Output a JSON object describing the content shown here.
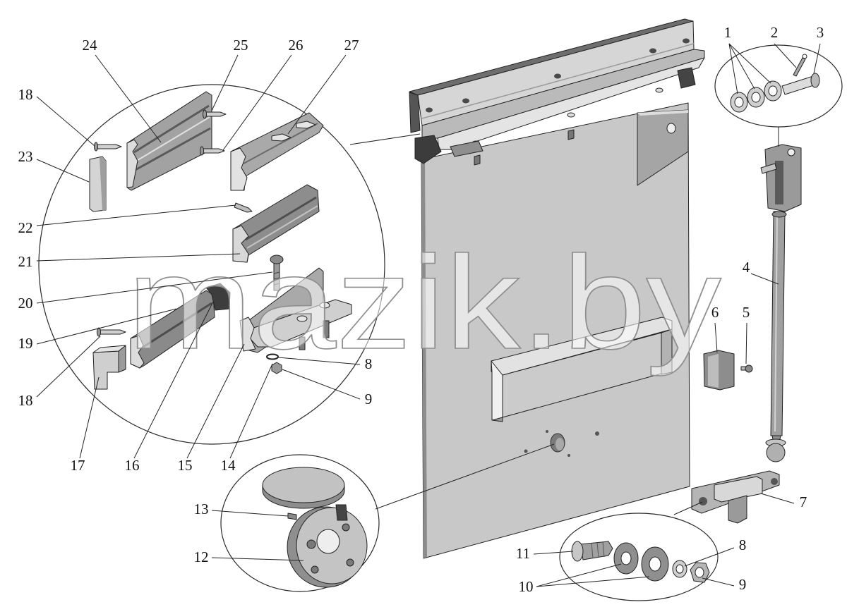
{
  "watermark": "mazik.by",
  "callouts": [
    "24",
    "25",
    "26",
    "27",
    "1",
    "2",
    "3",
    "18",
    "23",
    "22",
    "21",
    "4",
    "20",
    "6",
    "5",
    "19",
    "8",
    "18",
    "9",
    "17",
    "16",
    "15",
    "14",
    "7",
    "13",
    "8",
    "11",
    "12",
    "10",
    "9"
  ]
}
